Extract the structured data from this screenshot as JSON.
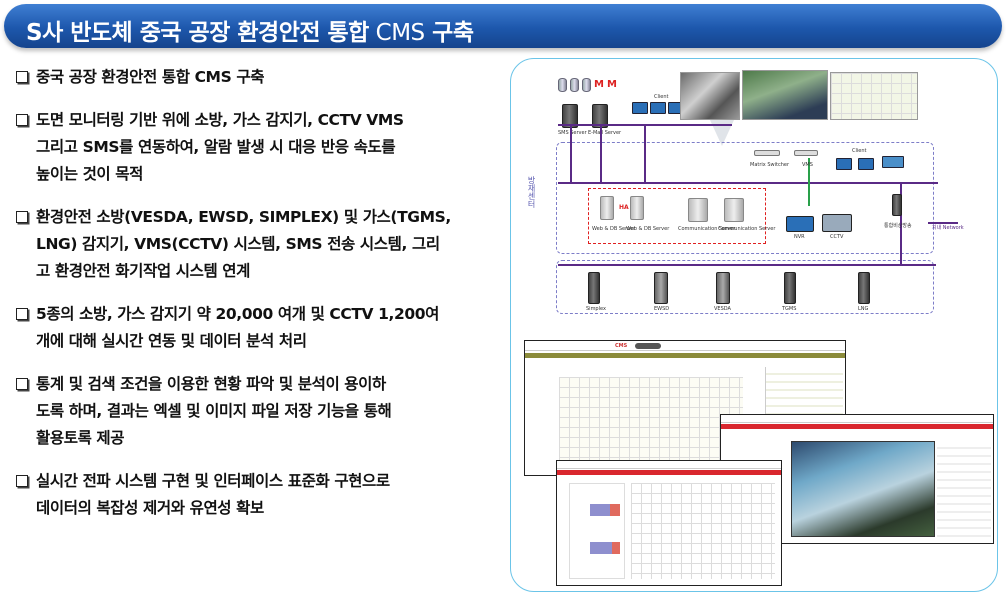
{
  "banner": {
    "title_bold": "S사 반도체 중국 공장 환경안전 통합",
    "title_light": " CMS",
    "title_end": " 구축"
  },
  "bullets": [
    {
      "lines": [
        "중국 공장 환경안전 통합 CMS 구축"
      ]
    },
    {
      "lines": [
        "도면 모니터링 기반 위에 소방, 가스 감지기, CCTV VMS",
        "그리고 SMS를 연동하여, 알람 발생 시 대응 반응 속도를",
        "높이는 것이 목적"
      ]
    },
    {
      "lines": [
        "환경안전 소방(VESDA, EWSD, SIMPLEX) 및 가스(TGMS,",
        "LNG) 감지기, VMS(CCTV) 시스템, SMS 전송 시스템, 그리",
        "고 환경안전 화기작업 시스템 연계"
      ]
    },
    {
      "lines": [
        "5종의 소방, 가스 감지기 약 20,000 여개 및 CCTV 1,200여",
        "개에 대해 실시간 연동 및 데이터 분석 처리"
      ]
    },
    {
      "lines": [
        "통계 및 검색 조건을 이용한 현황 파악 및 분석이 용이하",
        "도록 하며, 결과는 엑셀 및 이미지 파일 저장 기능을 통해",
        "활용토록 제공"
      ]
    },
    {
      "lines": [
        "실시간 전파 시스템 구현 및 인터페이스 표준화 구현으로",
        "데이터의 복잡성 제거와 유연성 확보"
      ]
    }
  ],
  "diagram": {
    "sms_server": "SMS Server",
    "email_server": "E-Mail Server",
    "client_top": "Client",
    "client_right": "Client",
    "matrix_switcher": "Matrix Switcher",
    "vms": "VMS",
    "ha": "HA",
    "web_db_1": "Web & DB Server",
    "web_db_2": "Web & DB Server",
    "comm_1": "Communication Server",
    "comm_2": "Communication Server",
    "nvr": "NVR",
    "cctv": "CCTV",
    "integrated": "통합비상방송",
    "network": "지내 Network",
    "side_label": "방재센터",
    "devices": [
      "Simplex",
      "EWSD",
      "VESDA",
      "TGMS",
      "LNG"
    ]
  },
  "screens": {
    "cms": "CMS"
  },
  "colors": {
    "banner": "#1d57ac",
    "panel_border": "#6bc4e8",
    "network": "#5a2a86"
  }
}
